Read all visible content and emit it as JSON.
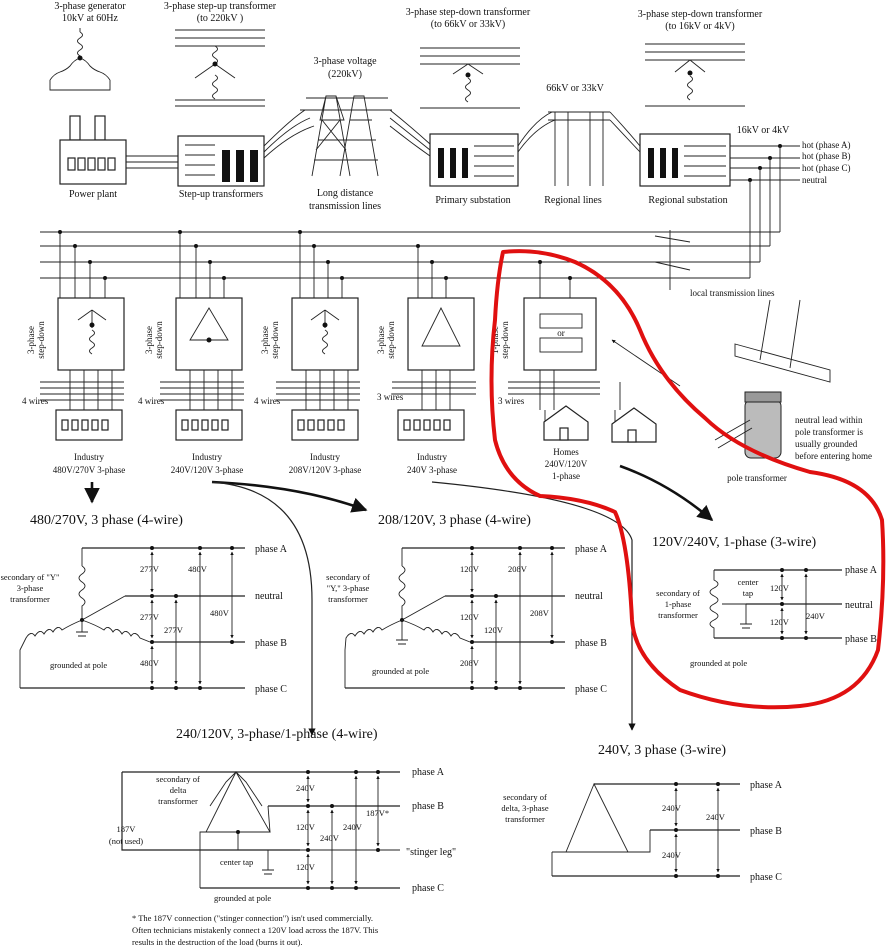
{
  "top": {
    "generator": [
      "3-phase generator",
      "10kV at 60Hz"
    ],
    "stepup_tx": [
      "3-phase step-up transformer",
      "(to 220kV )"
    ],
    "voltage_220": [
      "3-phase voltage",
      "(220kV)"
    ],
    "stepdown1": [
      "3-phase step-down transformer",
      "(to 66kV or 33kV)"
    ],
    "stepdown2": [
      "3-phase step-down transformer",
      "(to 16kV or 4kV)"
    ],
    "kv66": "66kV or 33kV",
    "kv16": "16kV or 4kV",
    "power_plant": "Power plant",
    "stepup_transformers": "Step-up transformers",
    "long_distance": [
      "Long distance",
      "transmission lines"
    ],
    "primary_substation": "Primary substation",
    "regional_lines": "Regional lines",
    "regional_substation": "Regional substation",
    "hot_a": "hot (phase A)",
    "hot_b": "hot (phase B)",
    "hot_c": "hot (phase C)",
    "neutral": "neutral",
    "local_lines": "local transmission lines"
  },
  "middle": {
    "three_phase_stepdown": [
      "3-phase",
      "step-down"
    ],
    "one_phase_stepdown": [
      "1-phase",
      "step-down"
    ],
    "four_wires": "4 wires",
    "three_wires": "3 wires",
    "industry": "Industry",
    "ind1": "480V/270V 3-phase",
    "ind2": "240V/120V 3-phase",
    "ind3": "208V/120V 3-phase",
    "ind4": "240V 3-phase",
    "homes": [
      "Homes",
      "240V/120V",
      "1-phase"
    ],
    "pole_transformer": "pole transformer",
    "neutral_note": [
      "neutral lead within",
      "pole transformer is",
      "usually grounded",
      "before entering home"
    ]
  },
  "d480": {
    "title": "480/270V, 3 phase (4-wire)",
    "secondary": [
      "secondary of \"Y\"",
      "3-phase",
      "transformer"
    ],
    "v277": "277V",
    "v480": "480V",
    "phase_a": "phase A",
    "neutral": "neutral",
    "phase_b": "phase B",
    "phase_c": "phase C",
    "grounded": "grounded at pole"
  },
  "d208": {
    "title": "208/120V, 3 phase (4-wire)",
    "secondary": [
      "secondary of",
      "\"Y,\" 3-phase",
      "transformer"
    ],
    "v120": "120V",
    "v208": "208V",
    "phase_a": "phase A",
    "neutral": "neutral",
    "phase_b": "phase B",
    "phase_c": "phase C",
    "grounded": "grounded at pole"
  },
  "d120": {
    "title": "120V/240V, 1-phase (3-wire)",
    "secondary": [
      "secondary of",
      "1-phase",
      "transformer"
    ],
    "center_tap": [
      "center",
      "tap"
    ],
    "v120": "120V",
    "v240": "240V",
    "phase_a": "phase A",
    "neutral": "neutral",
    "phase_b": "phase B",
    "grounded": "grounded at pole"
  },
  "d240_1": {
    "title": "240/120V, 3-phase/1-phase (4-wire)",
    "secondary": [
      "secondary of",
      "delta",
      "transformer"
    ],
    "v187": [
      "187V",
      "(not used)"
    ],
    "v240": "240V",
    "v120": "120V",
    "v187s": "187V*",
    "phase_a": "phase A",
    "phase_b": "phase B",
    "stinger": "\"stinger leg\"",
    "phase_c": "phase C",
    "center_tap": "center tap",
    "grounded": "grounded at pole",
    "footnote": [
      "* The 187V connection (\"stinger connection\") isn't used commercially.",
      "Often technicians mistakenly connect a 120V load across the 187V.  This",
      "results in the destruction of the load (burns it out)."
    ]
  },
  "d240": {
    "title": "240V, 3 phase (3-wire)",
    "secondary": [
      "secondary of",
      "delta, 3-phase",
      "transformer"
    ],
    "v240": "240V",
    "phase_a": "phase A",
    "phase_b": "phase B",
    "phase_c": "phase C"
  }
}
